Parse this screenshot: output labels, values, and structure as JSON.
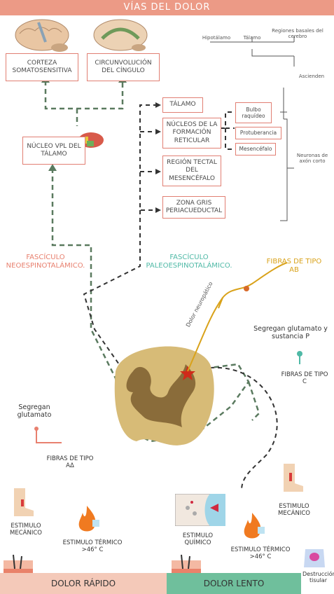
{
  "header": {
    "title": "VÍAS DEL DOLOR"
  },
  "boxes": {
    "corteza": "CORTEZA SOMATOSENSITIVA",
    "cingulo": "CIRCUNVOLUCIÓN DEL CÍNGULO",
    "nucleo_vpl": "NÚCLEO VPL DEL TÁLAMO",
    "talamo": "TÁLAMO",
    "reticular": "NÚCLEOS DE LA FORMACIÓN RETICULAR",
    "tectal": "REGIÓN TECTAL DEL MESENCÉFALO",
    "gris": "ZONA GRIS PERIACUEDUCTAL",
    "bulbo": "Bulbo raquídeo",
    "protuberancia": "Protuberancia",
    "mesencefalo": "Mesencéfalo"
  },
  "hierarchy": {
    "hipotalamo": "Hipotálamo",
    "talamo": "Tálamo",
    "regiones": "Regiones basales del cerebro",
    "ascienden": "Ascienden",
    "neuronas": "Neuronas de axón corto"
  },
  "labels": {
    "neo": "FASCÍCULO NEOESPINOTALÁMICO.",
    "paleo": "FASCÍCULO PALEOESPINOTALÁMICO.",
    "fibras_ab": "FIBRAS DE TIPO Aβ",
    "dolor_neuropatico": "Dolor neuropático",
    "segregan_glut_p": "Segregan glutamato y sustancia P",
    "fibras_c": "FIBRAS DE TIPO C",
    "segregan_glut": "Segregan glutamato",
    "fibras_ad": "FIBRAS DE TIPO Aδ",
    "est_mec_left": "ESTIMULO MECÁNICO",
    "est_term_left": "ESTIMULO TÉRMICO >46° C",
    "est_quim": "ESTIMULO QUÍMICO",
    "est_term_right": "ESTIMULO TÉRMICO >46° C",
    "est_mec_right": "ESTIMULO MECÁNICO"
  },
  "footer": {
    "rapido": "DOLOR RÁPIDO",
    "lento": "DOLOR LENTO",
    "destruccion": "Destrucción tisular"
  },
  "colors": {
    "header": "#ec9a86",
    "box_border": "#e17f73",
    "neo_path": "#5a7a5f",
    "paleo_path": "#333333",
    "teal": "#4fb9a6",
    "gold": "#d9a21a",
    "footer_rapido": "#f4c9b9",
    "footer_lento": "#6fbf9c"
  },
  "icons": [
    "brain-icon",
    "brain-sagittal-icon",
    "thalamus-icon",
    "spinal-cord-icon",
    "leg-icon",
    "flame-icon",
    "skin-icon",
    "chemical-icon",
    "torso-icon"
  ]
}
